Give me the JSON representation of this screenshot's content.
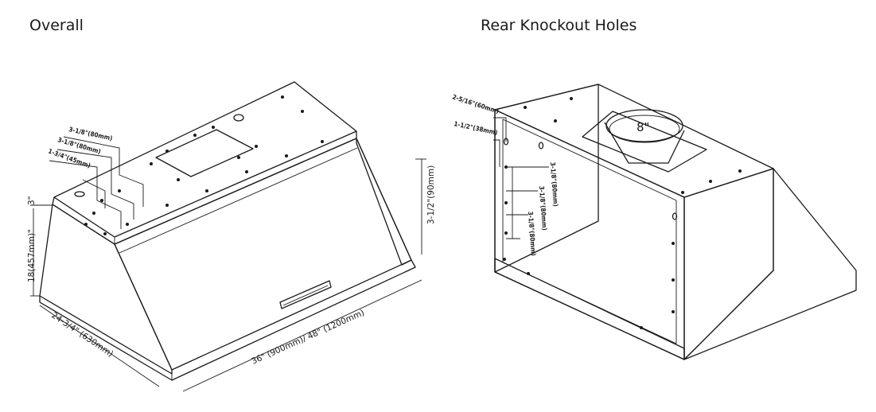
{
  "headings": {
    "overall": "Overall",
    "rear": "Rear Knockout Holes"
  },
  "overall_dims": {
    "height": "18(457mm)\"",
    "top_offset": "3-1/2\"(90mm)",
    "depth": "24-3/4\" (630mm)",
    "width": "36\" (900mm)/ 48\" (1200mm)",
    "small_edge": "3\"",
    "callout_1": "3-1/8\"(80mm)",
    "callout_2": "3-1/8\"(80mm)",
    "callout_3": "1-3/4\"(45mm)"
  },
  "rear_dims": {
    "duct": "8\"",
    "offset_top": "2-5/16\"(60mm)",
    "offset_side": "1-1/2\"(38mm)",
    "spacing_1": "3-1/8\"(80mm)",
    "spacing_2": "3-1/8\"(80mm)",
    "spacing_3": "3-1/8\"(80mm)"
  }
}
